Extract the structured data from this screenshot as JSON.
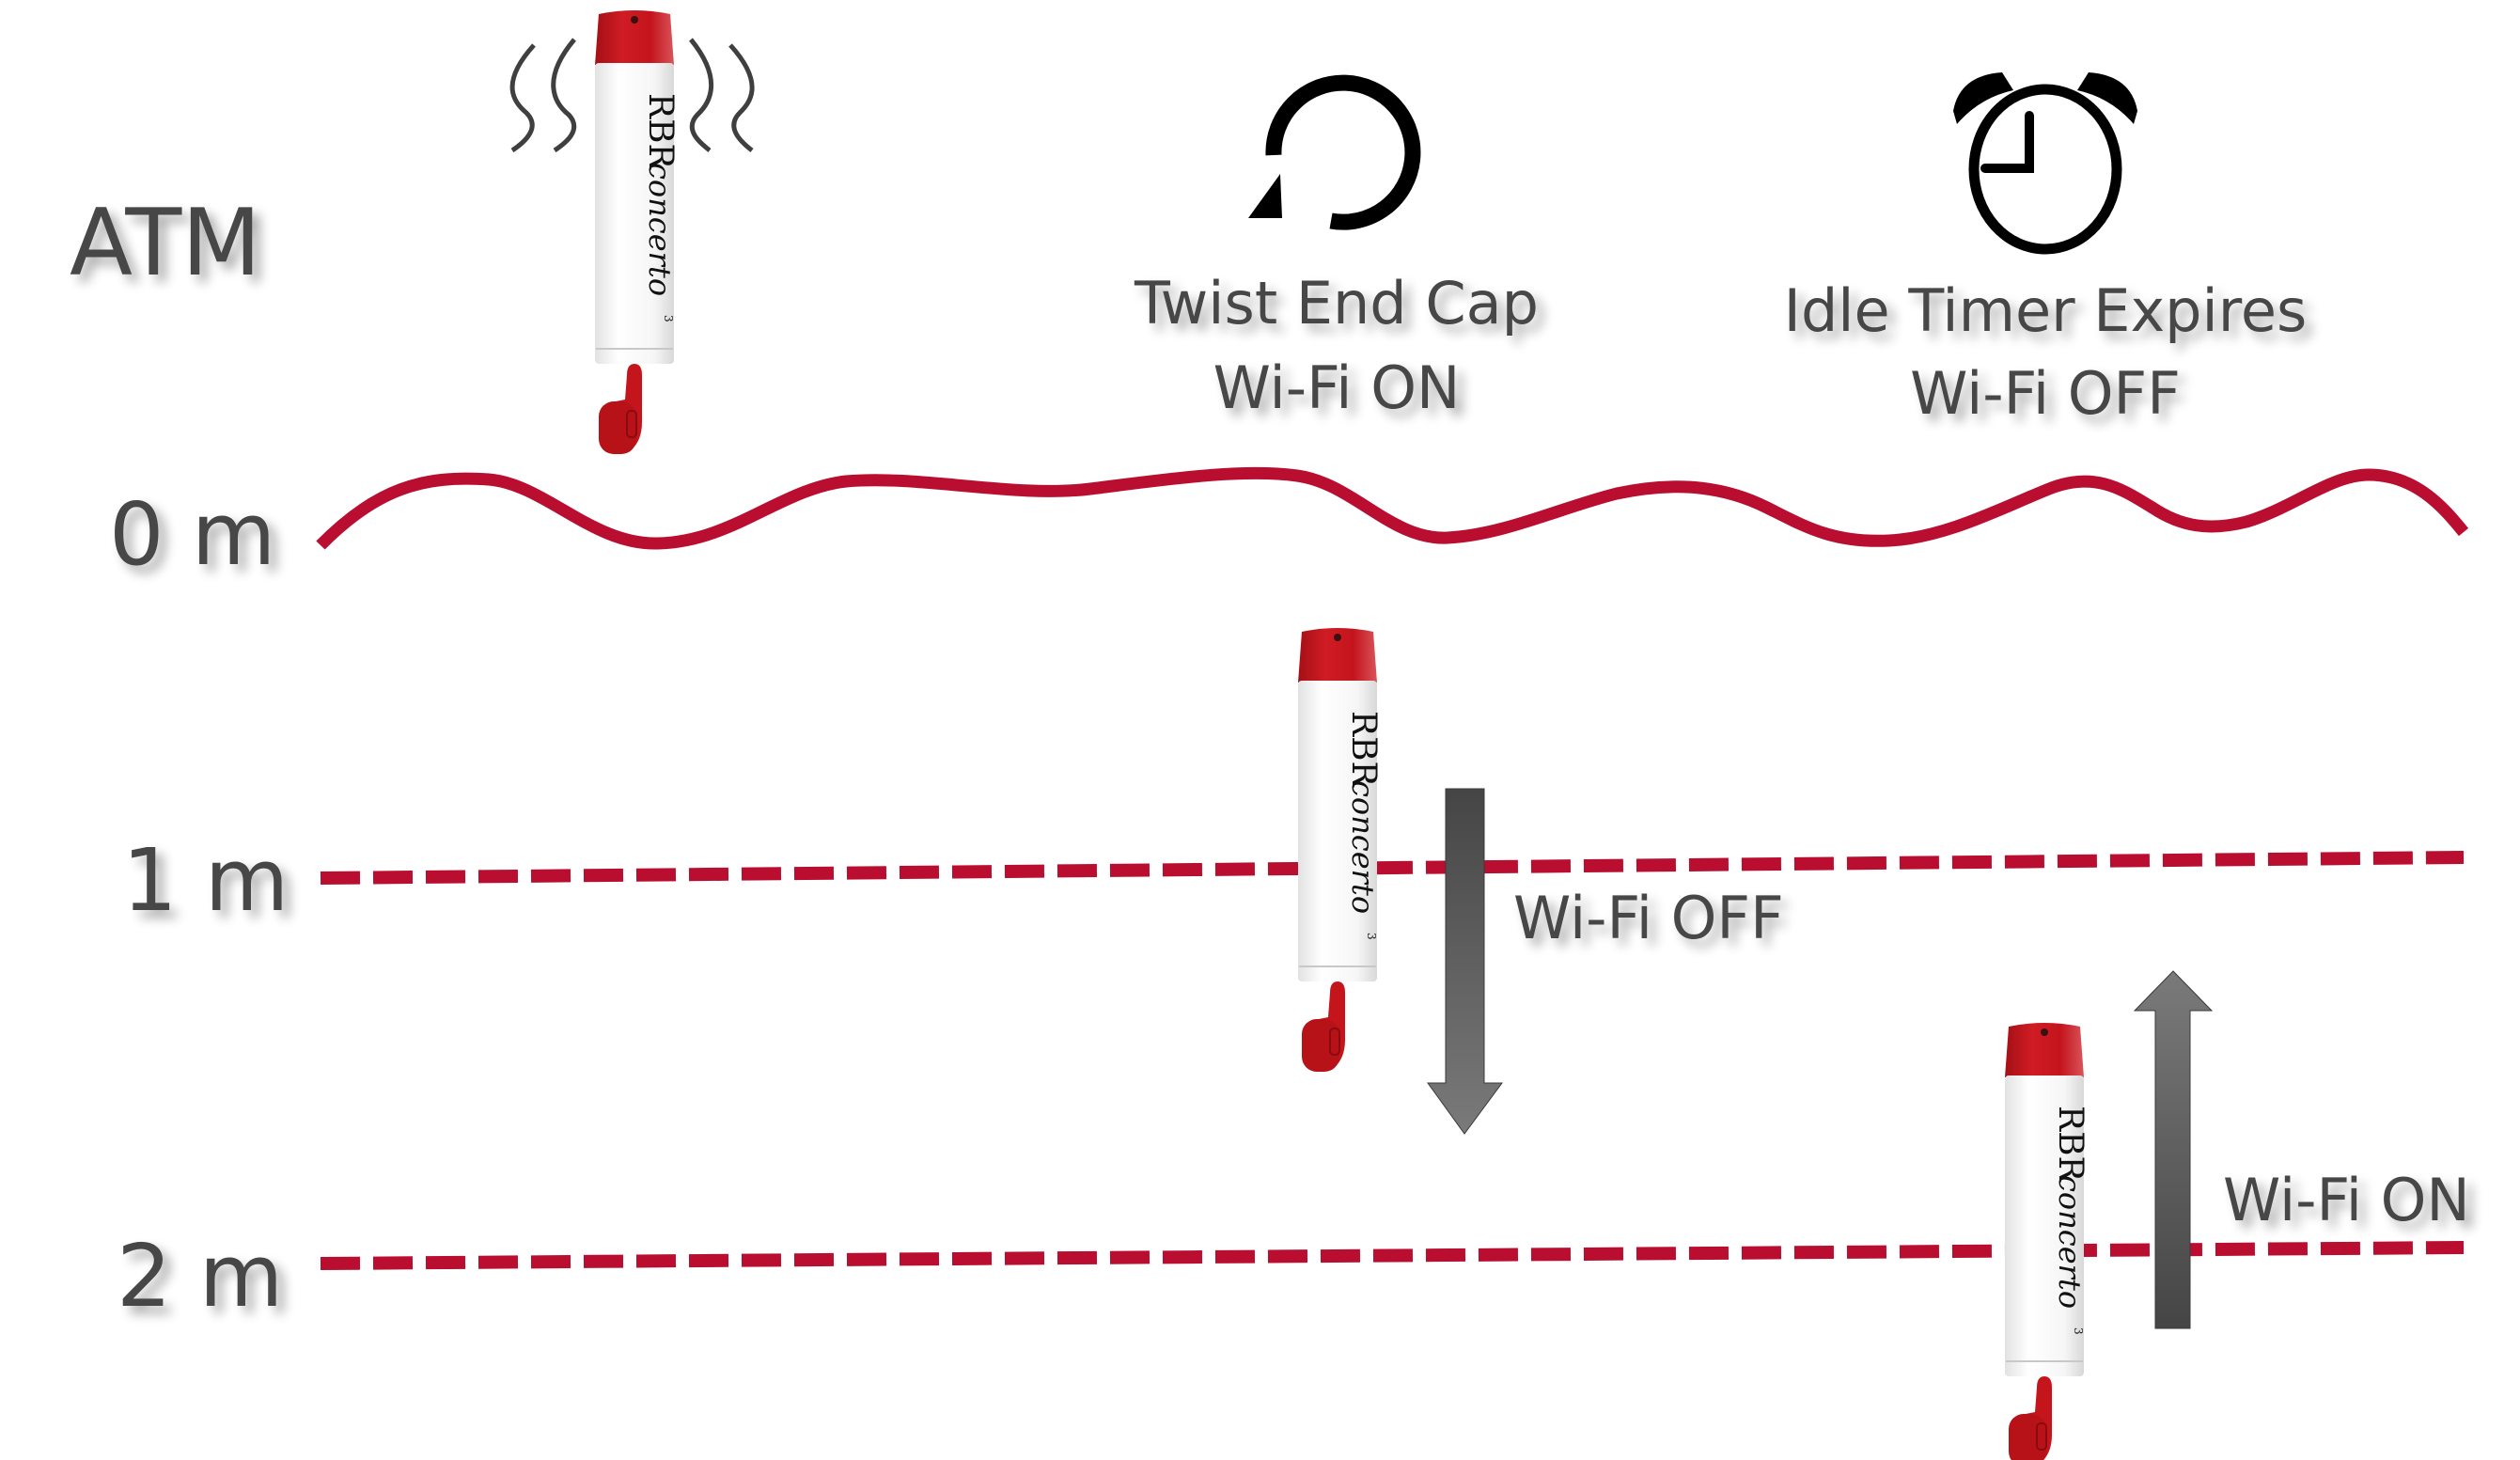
{
  "depth_labels": {
    "atm": "ATM",
    "surface": "0 m",
    "one_meter": "1 m",
    "two_meter": "2 m"
  },
  "events": {
    "twist": {
      "icon": "rotate-ccw-icon",
      "line1": "Twist End Cap",
      "line2": "Wi-Fi ON"
    },
    "idle": {
      "icon": "alarm-clock-icon",
      "line1": "Idle Timer Expires",
      "line2": "Wi-Fi OFF"
    }
  },
  "transitions": {
    "descending": {
      "icon": "arrow-down-icon",
      "label": "Wi-Fi OFF"
    },
    "ascending": {
      "icon": "arrow-up-icon",
      "label": "Wi-Fi ON"
    }
  },
  "device": {
    "brand": "RBR",
    "model": "concerto",
    "superscript": "3",
    "count": 3,
    "states": [
      "at atmosphere (vibrating)",
      "submerged below 1 m",
      "near 2 m ascending"
    ]
  },
  "colors": {
    "water_line": "#b90e30",
    "text": "#474747",
    "arrow_dark": "#454545",
    "arrow_light": "#757575",
    "device_cap": "#c4141c",
    "device_body": "#f4f4f4",
    "icon": "#000000"
  }
}
